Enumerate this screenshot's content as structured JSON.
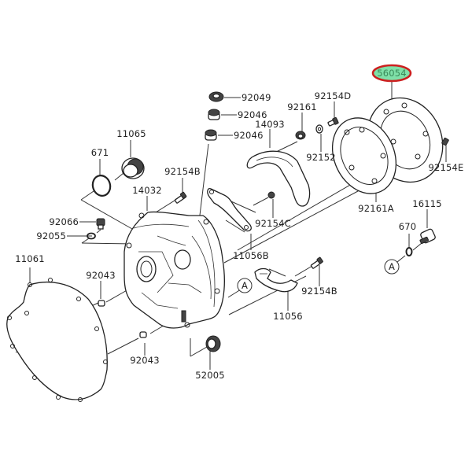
{
  "diagram": {
    "highlight": {
      "part_number": "56054",
      "ring_color": "#cc1f1f",
      "fill_color": "#7fe0a8"
    },
    "labels": {
      "p92049": "92049",
      "p92046a": "92046",
      "p92046b": "92046",
      "p92161": "92161",
      "p92154D": "92154D",
      "p14093": "14093",
      "p92152": "92152",
      "p92154E": "92154E",
      "p11065": "11065",
      "p671": "671",
      "p92154B_top": "92154B",
      "p14032": "14032",
      "p92154C": "92154C",
      "p92161A": "92161A",
      "p16115": "16115",
      "p670": "670",
      "p92066": "92066",
      "p92055": "92055",
      "p11056B": "11056B",
      "p11061": "11061",
      "p92043a": "92043",
      "p92154B_bottom": "92154B",
      "p11056": "11056",
      "p92043b": "92043",
      "p52005": "52005"
    },
    "markers": {
      "A_left": "A",
      "A_right": "A"
    }
  }
}
